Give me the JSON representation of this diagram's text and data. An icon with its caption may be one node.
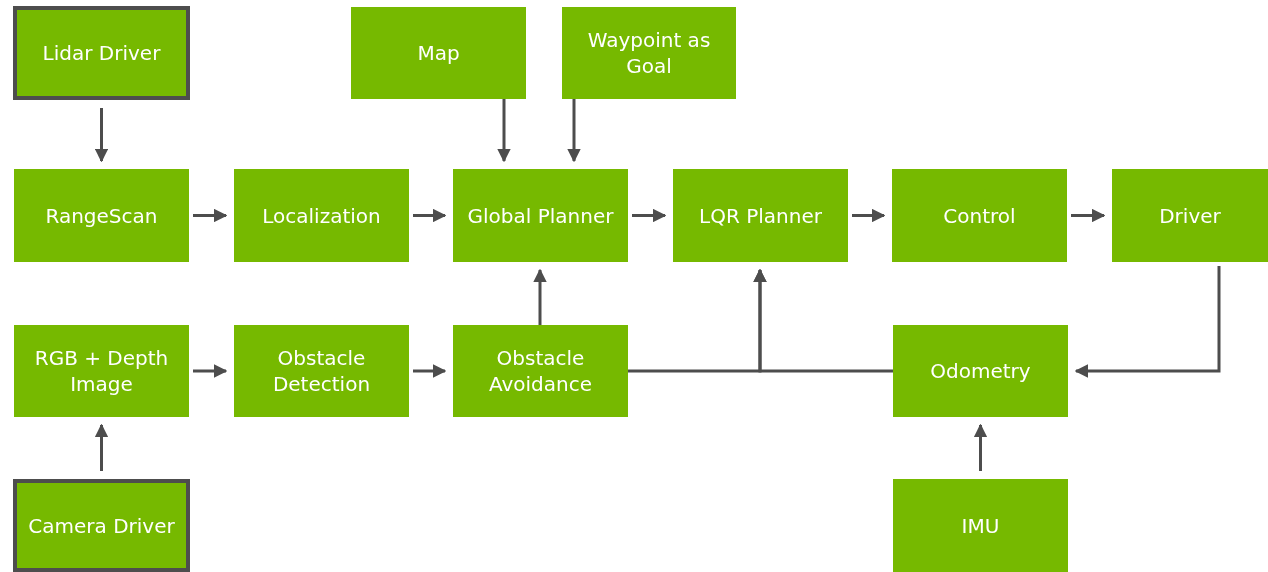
{
  "diagram": {
    "nodes": [
      {
        "text": [
          "Lidar Driver"
        ]
      },
      {
        "text": [
          "Map"
        ]
      },
      {
        "text": [
          "Waypoint as Goal"
        ]
      },
      {
        "text": [
          "RangeScan"
        ]
      },
      {
        "text": [
          "Localization"
        ]
      },
      {
        "text": [
          "Global Planner"
        ]
      },
      {
        "text": [
          "LQR Planner"
        ]
      },
      {
        "text": [
          "Control"
        ]
      },
      {
        "text": [
          "Driver"
        ]
      },
      {
        "text": [
          "RGB + Depth Image"
        ]
      },
      {
        "text": [
          "Obstacle Detection"
        ]
      },
      {
        "text": [
          "Obstacle Avoidance"
        ]
      },
      {
        "text": [
          "Odometry"
        ]
      },
      {
        "text": [
          "Camera Driver"
        ]
      },
      {
        "text": [
          "IMU"
        ]
      }
    ],
    "edges": [
      {
        "from": 0,
        "to": 3,
        "arrow": "to"
      },
      {
        "from": 1,
        "to": 5,
        "arrow": "to"
      },
      {
        "from": 2,
        "to": 5,
        "arrow": "to"
      },
      {
        "from": 3,
        "to": 4,
        "arrow": "to"
      },
      {
        "from": 4,
        "to": 5,
        "arrow": "to"
      },
      {
        "from": 5,
        "to": 6,
        "arrow": "to"
      },
      {
        "from": 6,
        "to": 7,
        "arrow": "to"
      },
      {
        "from": 7,
        "to": 8,
        "arrow": "to"
      },
      {
        "from": 9,
        "to": 10,
        "arrow": "to"
      },
      {
        "from": 10,
        "to": 11,
        "arrow": "to"
      },
      {
        "from": 11,
        "to": 5,
        "arrow": "to"
      },
      {
        "from": 13,
        "to": 9,
        "arrow": "to"
      },
      {
        "from": 14,
        "to": 12,
        "arrow": "to"
      },
      {
        "from": 8,
        "to": 12,
        "arrow": "to"
      },
      {
        "from": 11,
        "to": 6,
        "arrow": "to"
      },
      {
        "from": 12,
        "to": 6,
        "arrow": "to"
      }
    ]
  }
}
